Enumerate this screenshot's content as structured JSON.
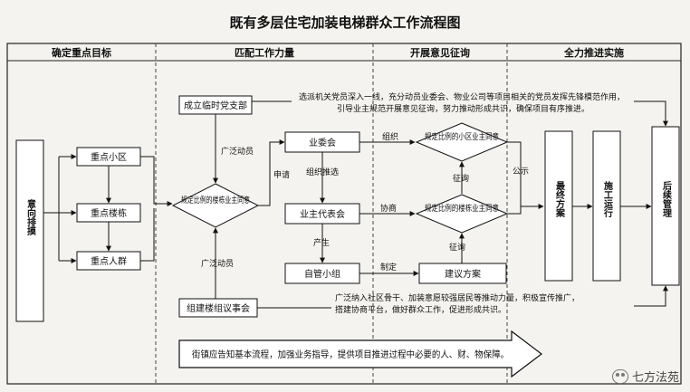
{
  "title": "既有多层住宅加装电梯群众工作流程图",
  "columns": [
    "确定重点目标",
    "匹配工作力量",
    "开展意见征询",
    "全力推进实施"
  ],
  "boxes": {
    "intent": "意向排摸",
    "district": "重点小区",
    "building": "重点楼栋",
    "people": "重点人群",
    "branch": "成立临时党支部",
    "agree1": "规定比例的楼栋业主同意",
    "committee": "业委会",
    "owner_rep": "业主代表会",
    "self_group": "自管小组",
    "council": "组建楼组议事会",
    "agree2": "规定比例的小区业主同意",
    "agree3": "规定比例的楼栋业主同意",
    "proposal": "建议方案",
    "final_plan": "最终方案",
    "construction": "施工运行",
    "mgmt": "后续管理"
  },
  "labels": {
    "mobilize1": "广泛动员",
    "mobilize2": "广泛动员",
    "apply": "申请",
    "organize": "组织",
    "recommend": "组织推选",
    "produce": "产生",
    "consult1": "征询",
    "consult2": "征询",
    "negotiate": "协商",
    "formulate": "制定",
    "public": "公示"
  },
  "notes": {
    "top_line1": "选派机关党员深入一线，充分动员业委会、物业公司等项目相关的党员发挥先锋模范作用，",
    "top_line2": "引导业主规范开展意见征询，努力推动形成共识，确保项目有序推进。",
    "bottom_line1": "广泛纳入社区骨干、加装意愿较强居民等推动力量，积极宣传推广，",
    "bottom_line2": "搭建协商平台，做好群众工作，促进形成共识。",
    "arrow": "街镇应告知基本流程，加强业务指导，提供项目推进过程中必要的人、财、物保障。"
  },
  "watermark": "七方法苑",
  "watermark_icon": "wechat-icon"
}
